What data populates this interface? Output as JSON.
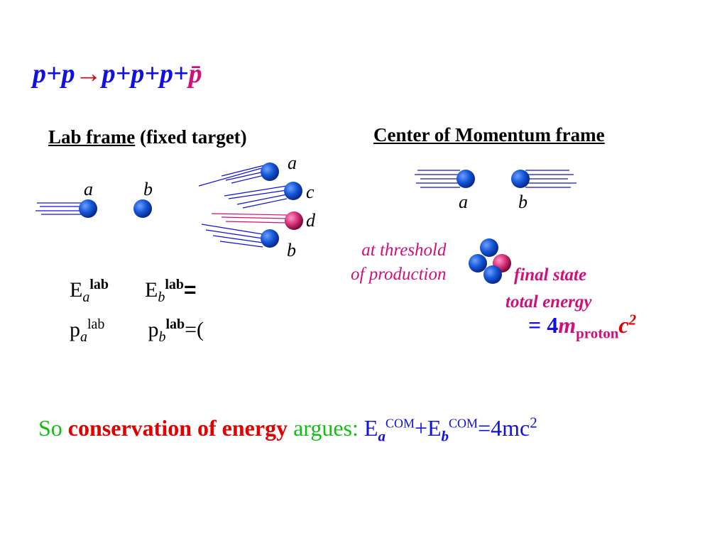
{
  "reaction": {
    "p1": "p",
    "plus1": "+",
    "p2": "p",
    "arrow": "→",
    "p3": "p",
    "plus2": "+",
    "p4": "p",
    "plus3": "+",
    "p5": "p",
    "plus4": "+",
    "pbar": "p̄"
  },
  "lab_frame": {
    "heading_underlined": "Lab frame",
    "heading_rest": " (fixed target)",
    "before_labels": {
      "a": "a",
      "b": "b"
    },
    "after_labels": {
      "a": "a",
      "c": "c",
      "d": "d",
      "b": "b"
    }
  },
  "com_frame": {
    "heading": "Center of Momentum frame",
    "labels": {
      "a": "a",
      "b": "b"
    },
    "threshold_line1": "at threshold",
    "threshold_line2": "of production",
    "final_line1": "final state",
    "final_line2": "total energy",
    "energy_eq": "= 4",
    "energy_m": "m",
    "energy_sub": "proton",
    "energy_c": "c",
    "energy_exp": "2"
  },
  "lab_equations": {
    "E": "E",
    "sub_a": "a",
    "sup_lab": "lab",
    "sub_b": "b",
    "eq": "=",
    "p": "p",
    "eq_cut": "=("
  },
  "conclusion": {
    "so": "So",
    "emph": "conservation of energy",
    "argues": "argues:",
    "E": "E",
    "sub_a": "a",
    "sup_com": "COM",
    "plus": "+E",
    "sub_b": "b",
    "tail": "=4mc",
    "exp": "2"
  },
  "colors": {
    "blue": "#1010e0",
    "magenta": "#d0107a",
    "red": "#e00000",
    "green": "#10c010",
    "sphere_blue": "#1456d8",
    "sphere_pink": "#d8307a"
  }
}
